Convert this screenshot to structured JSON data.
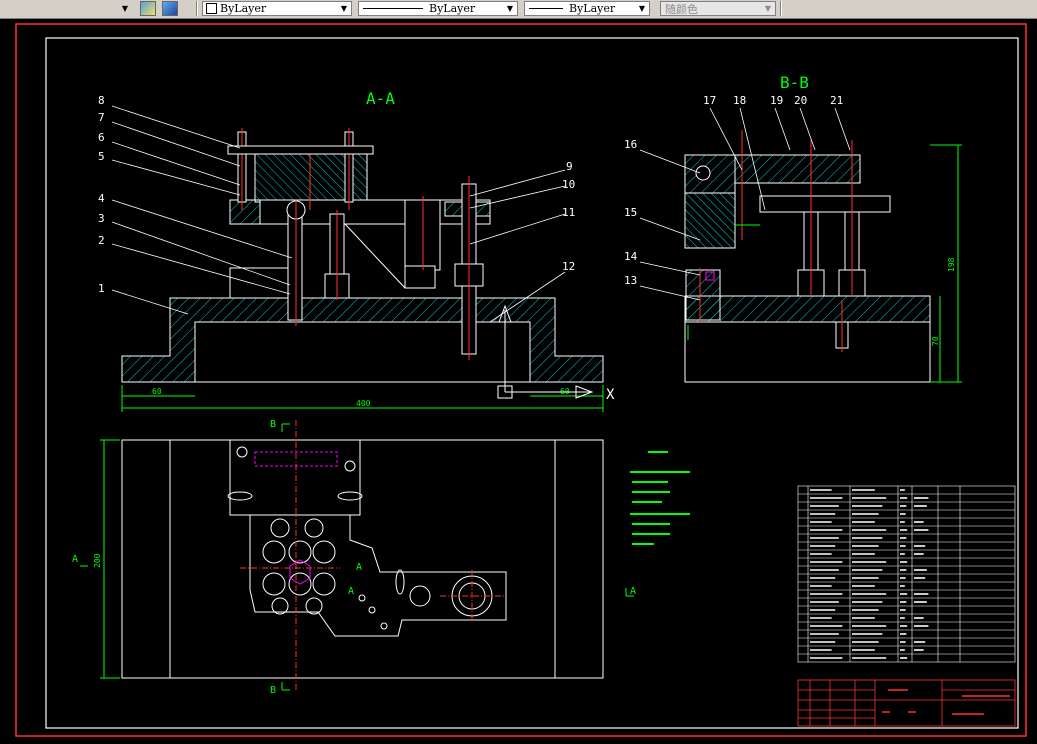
{
  "toolbar": {
    "layer_arrow": "▼",
    "color_combo": "ByLayer",
    "linetype_combo": "ByLayer",
    "lineweight_combo": "ByLayer",
    "plotstyle_combo": "随颜色",
    "arrow": "▼"
  },
  "drawing": {
    "view_aa_title": "A-A",
    "view_bb_title": "B-B",
    "aa_callouts": [
      "8",
      "7",
      "6",
      "5",
      "4",
      "3",
      "2",
      "1",
      "9",
      "10",
      "11",
      "12"
    ],
    "bb_callouts": [
      "17",
      "18",
      "19",
      "20",
      "21",
      "16",
      "15",
      "14",
      "13"
    ],
    "dim_60_left": "60",
    "dim_400": "400",
    "dim_60_right": "60",
    "dim_198": "198",
    "dim_70": "70",
    "dim_200": "200",
    "section_b_top": "B",
    "section_b_bottom": "B",
    "section_a_left": "A",
    "section_a_mid": "A",
    "section_a_right": "A",
    "section_a_right2": "A",
    "axis_x": "X"
  },
  "colors": {
    "background": "#000000",
    "frame": "#ffffff",
    "outline": "#ffffff",
    "hatch": "#00c8c8",
    "centerline": "#ff3030",
    "dimension": "#00ff00",
    "title_green": "#00ff00",
    "magenta": "#ff00ff",
    "yellow": "#ffff00"
  }
}
